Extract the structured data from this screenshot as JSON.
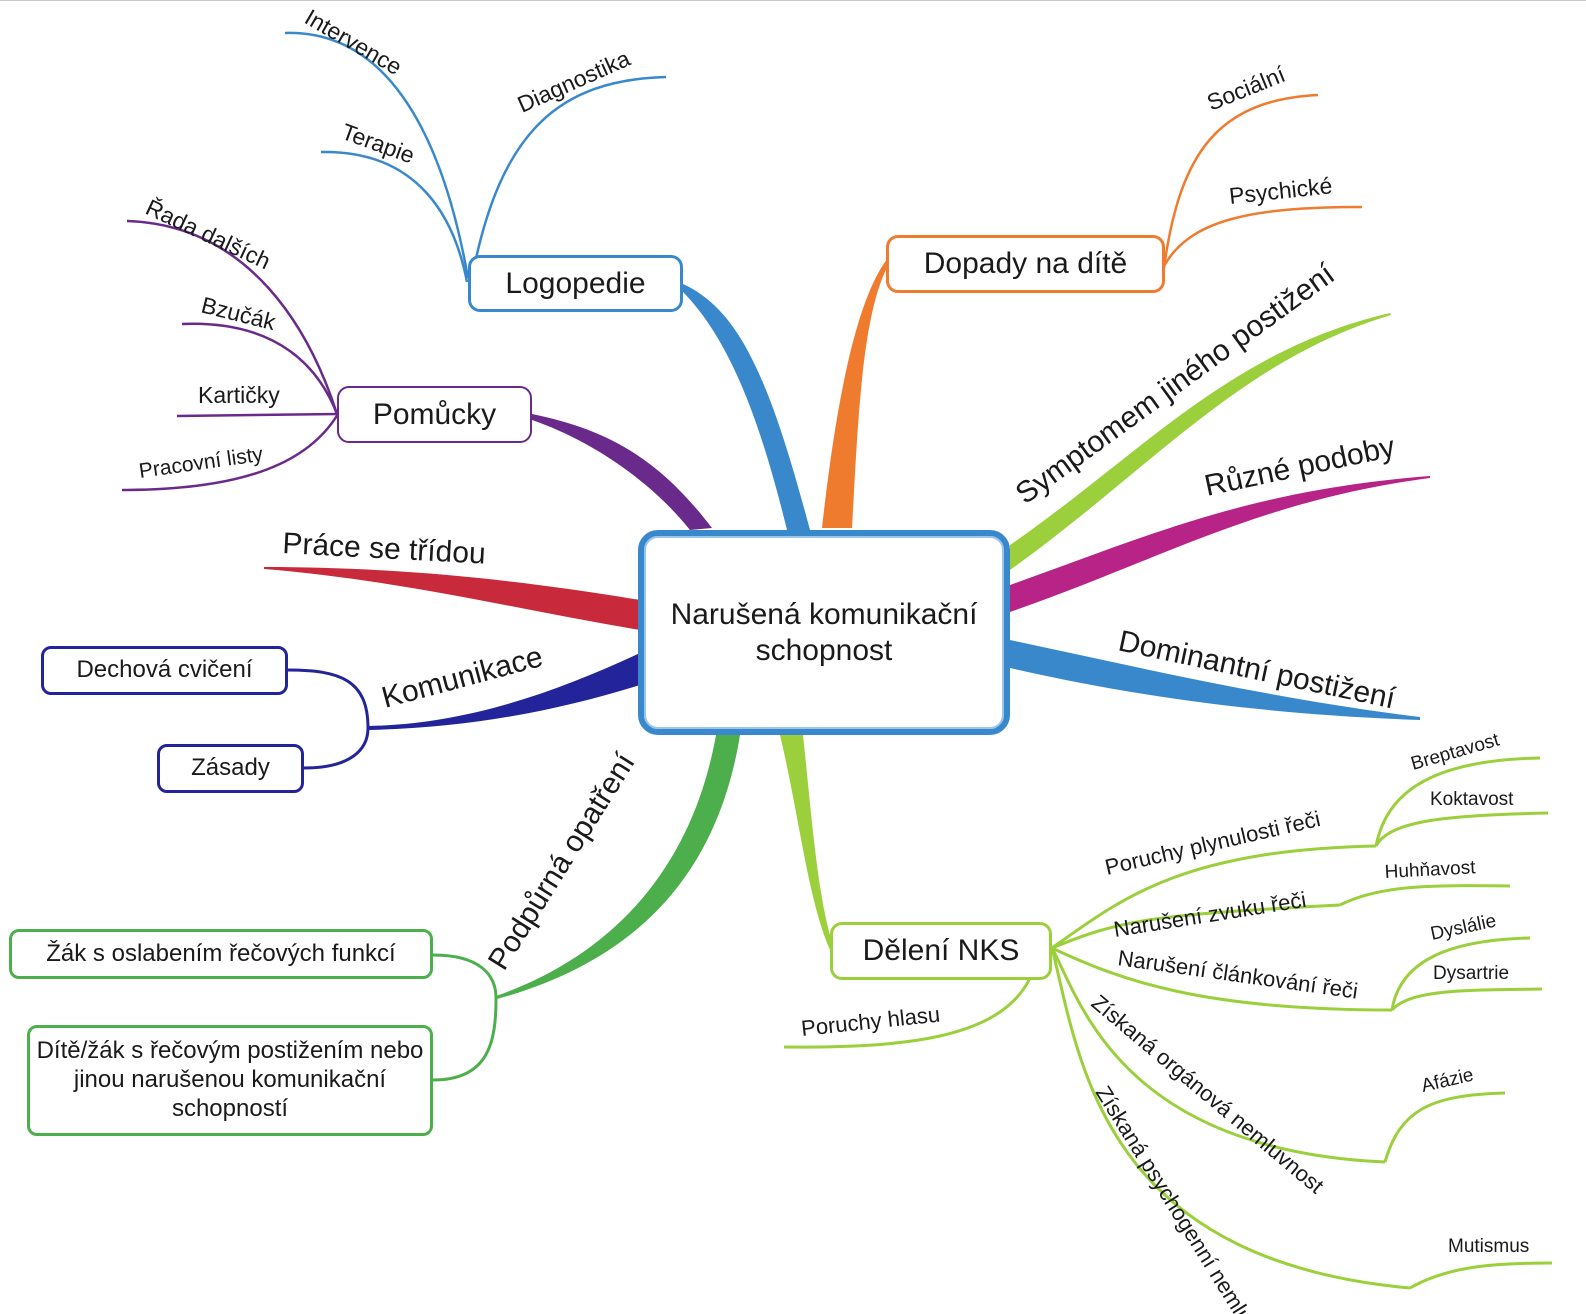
{
  "center": {
    "title": "Narušená komunikační schopnost"
  },
  "colors": {
    "blue": "#3a88cc",
    "orange": "#ef7b2e",
    "lime": "#9bcf3c",
    "magenta": "#b82387",
    "navy": "#23249a",
    "green": "#4caf4c",
    "red": "#c8293b",
    "purple": "#6a2a8c"
  },
  "branches": {
    "logopedie": {
      "label": "Logopedie",
      "children": [
        "Intervence",
        "Diagnostika",
        "Terapie"
      ]
    },
    "pomucky": {
      "label": "Pomůcky",
      "children": [
        "Řada dalších",
        "Bzučák",
        "Kartičky",
        "Pracovní listy"
      ]
    },
    "prace": {
      "label": "Práce se třídou"
    },
    "komunikace": {
      "label": "Komunikace",
      "children": [
        "Dechová cvičení",
        "Zásady"
      ]
    },
    "podpurna": {
      "label": "Podpůrná opatření",
      "children": [
        "Žák s oslabením řečových funkcí",
        "Dítě/žák s řečovým postižením nebo jinou narušenou komunikační schopností"
      ]
    },
    "dopady": {
      "label": "Dopady na dítě",
      "children": [
        "Sociální",
        "Psychické"
      ]
    },
    "symptom": {
      "label": "Symptomem jiného postižení"
    },
    "ruzne": {
      "label": "Různé podoby"
    },
    "dominantni": {
      "label": "Dominantní postižení"
    },
    "deleni": {
      "label": "Dělení NKS",
      "children": [
        {
          "label": "Poruchy plynulosti řeči",
          "children": [
            "Breptavost",
            "Koktavost"
          ]
        },
        {
          "label": "Narušení zvuku řeči",
          "children": [
            "Huhňavost"
          ]
        },
        {
          "label": "Narušení článkování řeči",
          "children": [
            "Dyslálie",
            "Dysartrie"
          ]
        },
        {
          "label": "Získaná orgánová nemluvnost",
          "children": [
            "Afázie"
          ]
        },
        {
          "label": "Získaná psychogenní nemluvnost",
          "children": [
            "Mutismus"
          ]
        },
        {
          "label": "Poruchy hlasu",
          "children": []
        }
      ]
    }
  }
}
